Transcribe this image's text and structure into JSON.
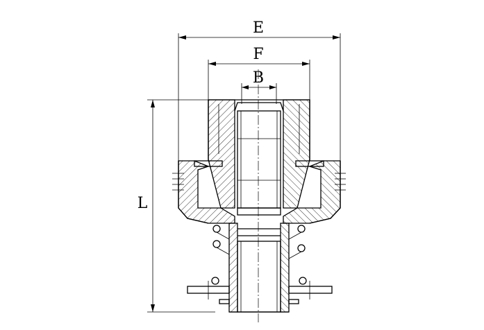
{
  "drawing": {
    "dimensions": {
      "E": "E",
      "F": "F",
      "B": "B",
      "L": "L"
    }
  },
  "colors": {
    "line": "#000000",
    "background": "#ffffff"
  }
}
